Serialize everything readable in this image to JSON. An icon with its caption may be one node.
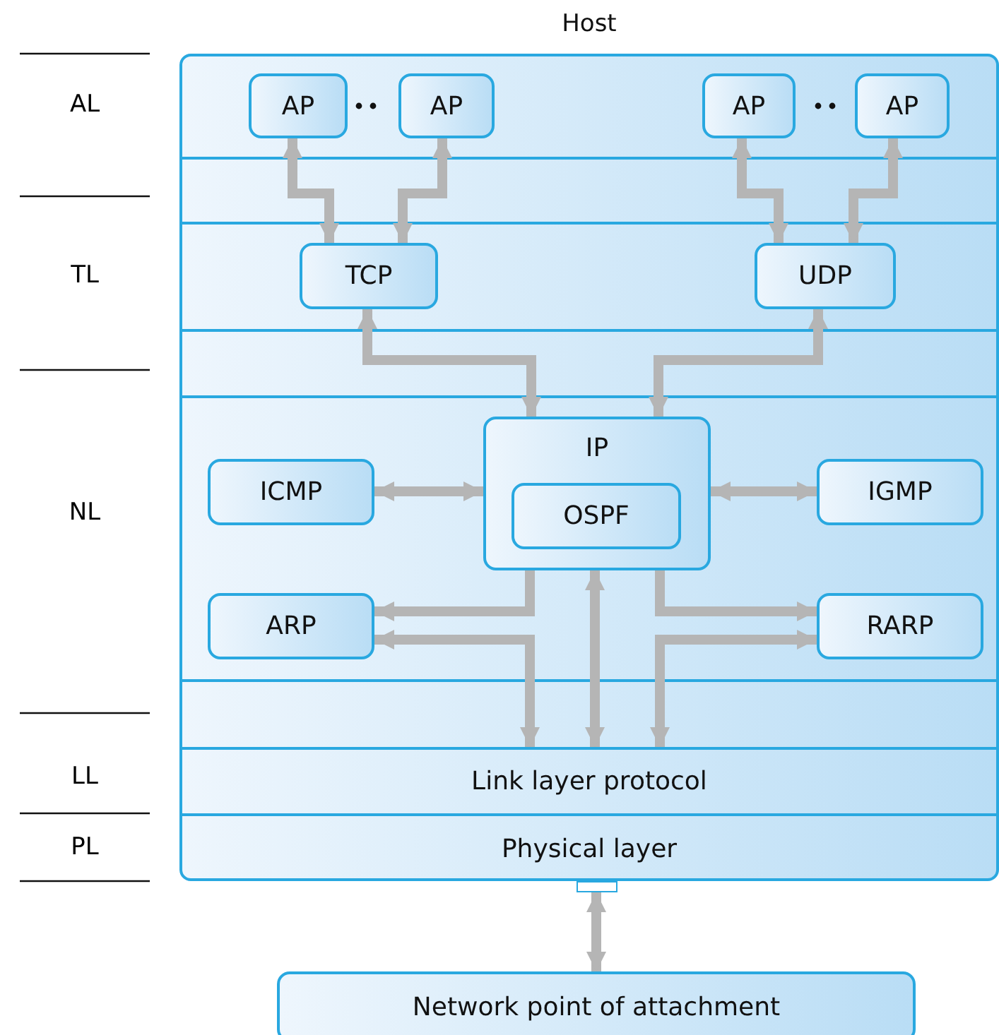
{
  "diagram": {
    "nodes": [
      {
        "text": [
          "Host"
        ]
      },
      {
        "text": [
          "AP"
        ],
        "in": 0
      },
      {
        "text": [
          "AP"
        ],
        "in": 0
      },
      {
        "text": [
          "AP"
        ],
        "in": 0
      },
      {
        "text": [
          "AP"
        ],
        "in": 0
      },
      {
        "text": [
          "TCP"
        ],
        "in": 0
      },
      {
        "text": [
          "UDP"
        ],
        "in": 0
      },
      {
        "text": [
          "IP"
        ],
        "in": 0
      },
      {
        "text": [
          "OSPF"
        ],
        "in": 7
      },
      {
        "text": [
          "ICMP"
        ],
        "in": 0
      },
      {
        "text": [
          "IGMP"
        ],
        "in": 0
      },
      {
        "text": [
          "ARP"
        ],
        "in": 0
      },
      {
        "text": [
          "RARP"
        ],
        "in": 0
      },
      {
        "text": [
          "Link layer protocol"
        ],
        "in": 0
      },
      {
        "text": [
          "Physical layer"
        ],
        "in": 0
      },
      {
        "text": [],
        "shape": "box"
      },
      {
        "text": [
          "Network point of attachment"
        ]
      }
    ],
    "edges": [
      {
        "from": 1,
        "to": 5,
        "arrow": "both"
      },
      {
        "from": 2,
        "to": 5,
        "arrow": "both"
      },
      {
        "from": 3,
        "to": 6,
        "arrow": "both"
      },
      {
        "from": 4,
        "to": 6,
        "arrow": "both"
      },
      {
        "from": 5,
        "to": 7,
        "arrow": "both"
      },
      {
        "from": 6,
        "to": 7,
        "arrow": "both"
      },
      {
        "from": 9,
        "to": 7,
        "arrow": "both"
      },
      {
        "from": 10,
        "to": 7,
        "arrow": "both"
      },
      {
        "from": 7,
        "to": 11,
        "arrow": "to"
      },
      {
        "from": 11,
        "to": 13,
        "arrow": "both"
      },
      {
        "from": 7,
        "to": 13,
        "arrow": "both"
      },
      {
        "from": 7,
        "to": 12,
        "arrow": "to"
      },
      {
        "from": 12,
        "to": 13,
        "arrow": "both"
      },
      {
        "from": 15,
        "to": 16,
        "arrow": "both"
      }
    ],
    "labels": [
      "AL",
      "TL",
      "NL",
      "LL",
      "PL"
    ]
  }
}
